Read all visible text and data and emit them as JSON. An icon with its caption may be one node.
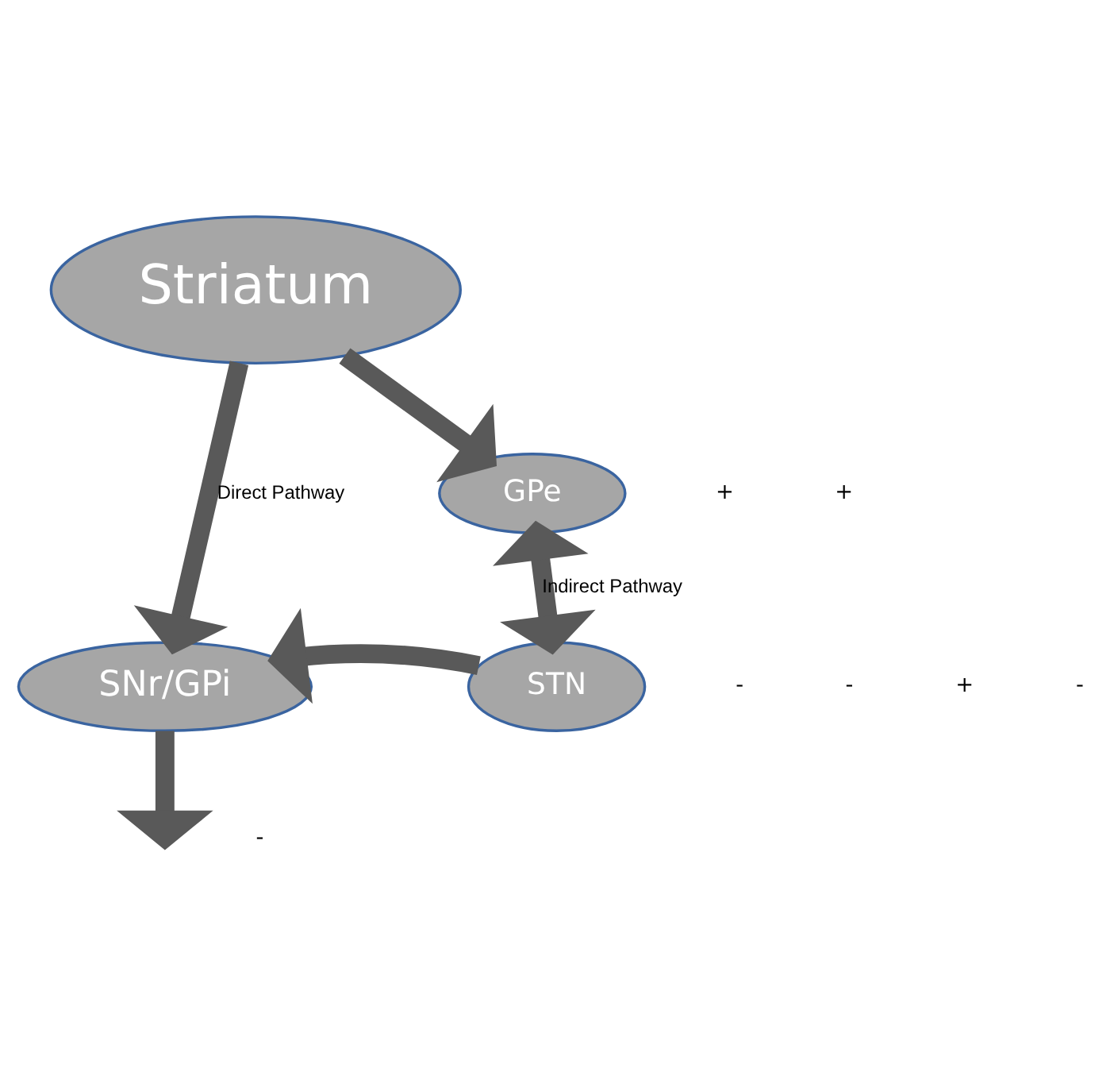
{
  "diagram": {
    "nodes": [
      {
        "text": [
          "Striatum"
        ]
      },
      {
        "text": [
          "GPe"
        ]
      },
      {
        "text": [
          "SNr/GPi"
        ]
      },
      {
        "text": [
          "STN"
        ]
      }
    ],
    "edges": [
      {
        "from": 0,
        "to": 2,
        "arrow": "to",
        "label": "Direct Pathway"
      },
      {
        "from": 0,
        "to": 1,
        "arrow": "to"
      },
      {
        "from": 1,
        "to": 3,
        "arrow": "both",
        "label": "Indirect Pathway"
      },
      {
        "from": 3,
        "to": 2,
        "arrow": "to"
      },
      {
        "from": 2,
        "to": null,
        "arrow": "to"
      }
    ],
    "labels": [
      "+",
      "+",
      "-",
      "-",
      "+",
      "-",
      "-"
    ]
  }
}
